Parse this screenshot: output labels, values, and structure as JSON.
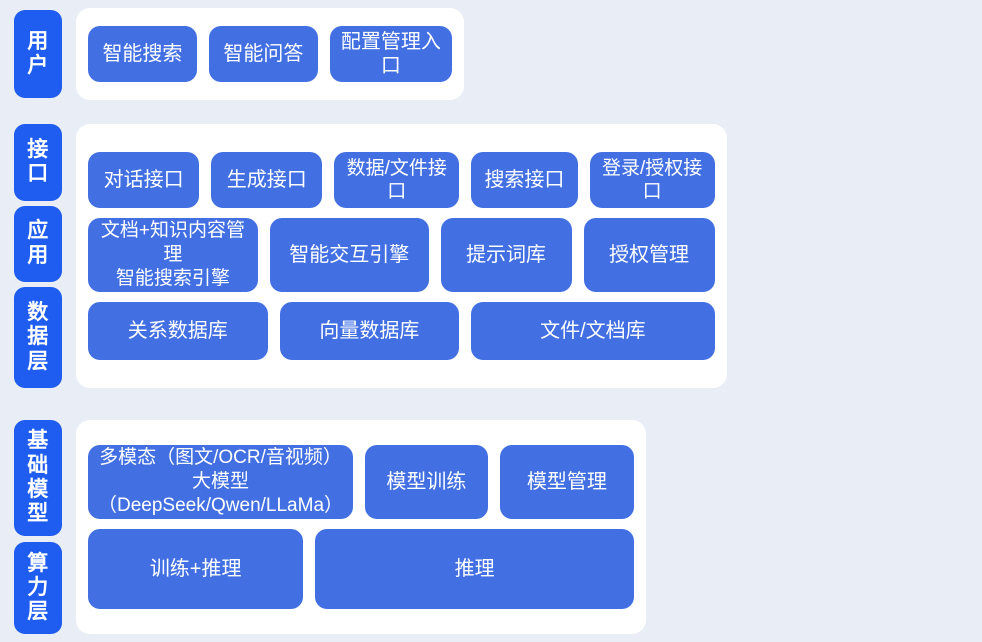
{
  "theme": {
    "page_background": "#e9eef6",
    "card_background": "#ffffff",
    "rail_pill_color": "#1f5cf0",
    "node_color": "#4270e3",
    "node_text_color": "#ffffff"
  },
  "bands": {
    "user": {
      "rail": [
        {
          "id": "user",
          "chars": [
            "用",
            "户"
          ],
          "label": "用户"
        }
      ],
      "rows": [
        {
          "id": "user-entries",
          "nodes": [
            {
              "id": "smart-search",
              "label": "智能搜索"
            },
            {
              "id": "smart-qa",
              "label": "智能问答"
            },
            {
              "id": "config-management-entry",
              "label": "配置管理入口"
            }
          ]
        }
      ]
    },
    "middle": {
      "rail": [
        {
          "id": "interface",
          "chars": [
            "接",
            "口"
          ],
          "label": "接口"
        },
        {
          "id": "application",
          "chars": [
            "应",
            "用"
          ],
          "label": "应用"
        },
        {
          "id": "data-layer",
          "chars": [
            "数",
            "据",
            "层"
          ],
          "label": "数据层"
        }
      ],
      "rows": [
        {
          "id": "api-row",
          "nodes": [
            {
              "id": "dialog-api",
              "label": "对话接口"
            },
            {
              "id": "generation-api",
              "label": "生成接口"
            },
            {
              "id": "data-file-api",
              "label": "数据/文件接口"
            },
            {
              "id": "search-api",
              "label": "搜索接口"
            },
            {
              "id": "login-auth-api",
              "label": "登录/授权接口"
            }
          ]
        },
        {
          "id": "application-row",
          "nodes": [
            {
              "id": "doc-knowledge-management",
              "label": "文档+知识内容管理\n智能搜索引擎"
            },
            {
              "id": "smart-interaction-engine",
              "label": "智能交互引擎"
            },
            {
              "id": "prompt-library",
              "label": "提示词库"
            },
            {
              "id": "authorization-management",
              "label": "授权管理"
            }
          ]
        },
        {
          "id": "data-row",
          "nodes": [
            {
              "id": "relational-database",
              "label": "关系数据库"
            },
            {
              "id": "vector-database",
              "label": "向量数据库"
            },
            {
              "id": "file-document-store",
              "label": "文件/文档库"
            }
          ]
        }
      ]
    },
    "foundation": {
      "rail": [
        {
          "id": "base-model",
          "chars": [
            "基",
            "础",
            "模",
            "型"
          ],
          "label": "基础模型"
        },
        {
          "id": "compute-layer",
          "chars": [
            "算",
            "力",
            "层"
          ],
          "label": "算力层"
        }
      ],
      "rows": [
        {
          "id": "model-row",
          "nodes": [
            {
              "id": "multimodal-large-model",
              "label": "多模态（图文/OCR/音视频）\n大模型（DeepSeek/Qwen/LLaMa）"
            },
            {
              "id": "model-training",
              "label": "模型训练"
            },
            {
              "id": "model-management",
              "label": "模型管理"
            }
          ]
        },
        {
          "id": "compute-row",
          "nodes": [
            {
              "id": "training-inference",
              "label": "训练+推理"
            },
            {
              "id": "inference",
              "label": "推理"
            }
          ]
        }
      ]
    }
  }
}
